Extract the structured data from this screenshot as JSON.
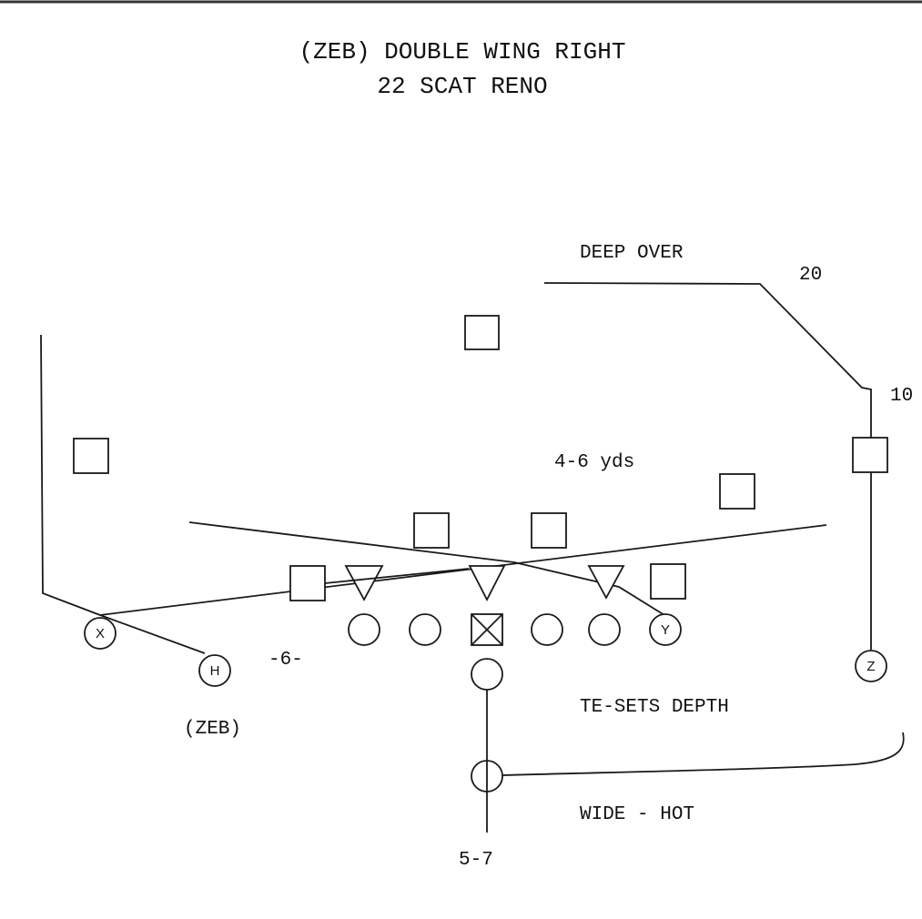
{
  "play": {
    "title_line1": "(ZEB) DOUBLE WING RIGHT",
    "title_line2": "22 SCAT RENO"
  },
  "labels": {
    "deep_over": "DEEP OVER",
    "depth_20": "20",
    "depth_10": "10",
    "depth_4_6": "4-6 yds",
    "split_6": "-6-",
    "zeb": "(ZEB)",
    "te_sets_depth": "TE-SETS DEPTH",
    "wide_hot": "WIDE - HOT",
    "depth_5_7": "5-7"
  },
  "players": {
    "x": "X",
    "h": "H",
    "y": "Y",
    "z": "Z"
  }
}
